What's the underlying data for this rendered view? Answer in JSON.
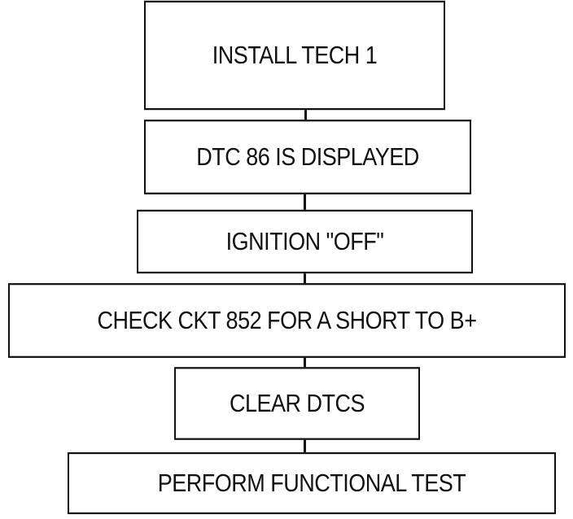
{
  "diagram": {
    "type": "flowchart",
    "colors": {
      "line": "#111111",
      "text": "#111111",
      "background": "#ffffff"
    },
    "steps": [
      {
        "label": "INSTALL TECH 1"
      },
      {
        "label": "DTC 86 IS DISPLAYED"
      },
      {
        "label": "IGNITION \"OFF\""
      },
      {
        "label": "CHECK CKT 852 FOR A SHORT TO B+"
      },
      {
        "label": "CLEAR DTCS"
      },
      {
        "label": "PERFORM FUNCTIONAL TEST"
      }
    ]
  }
}
